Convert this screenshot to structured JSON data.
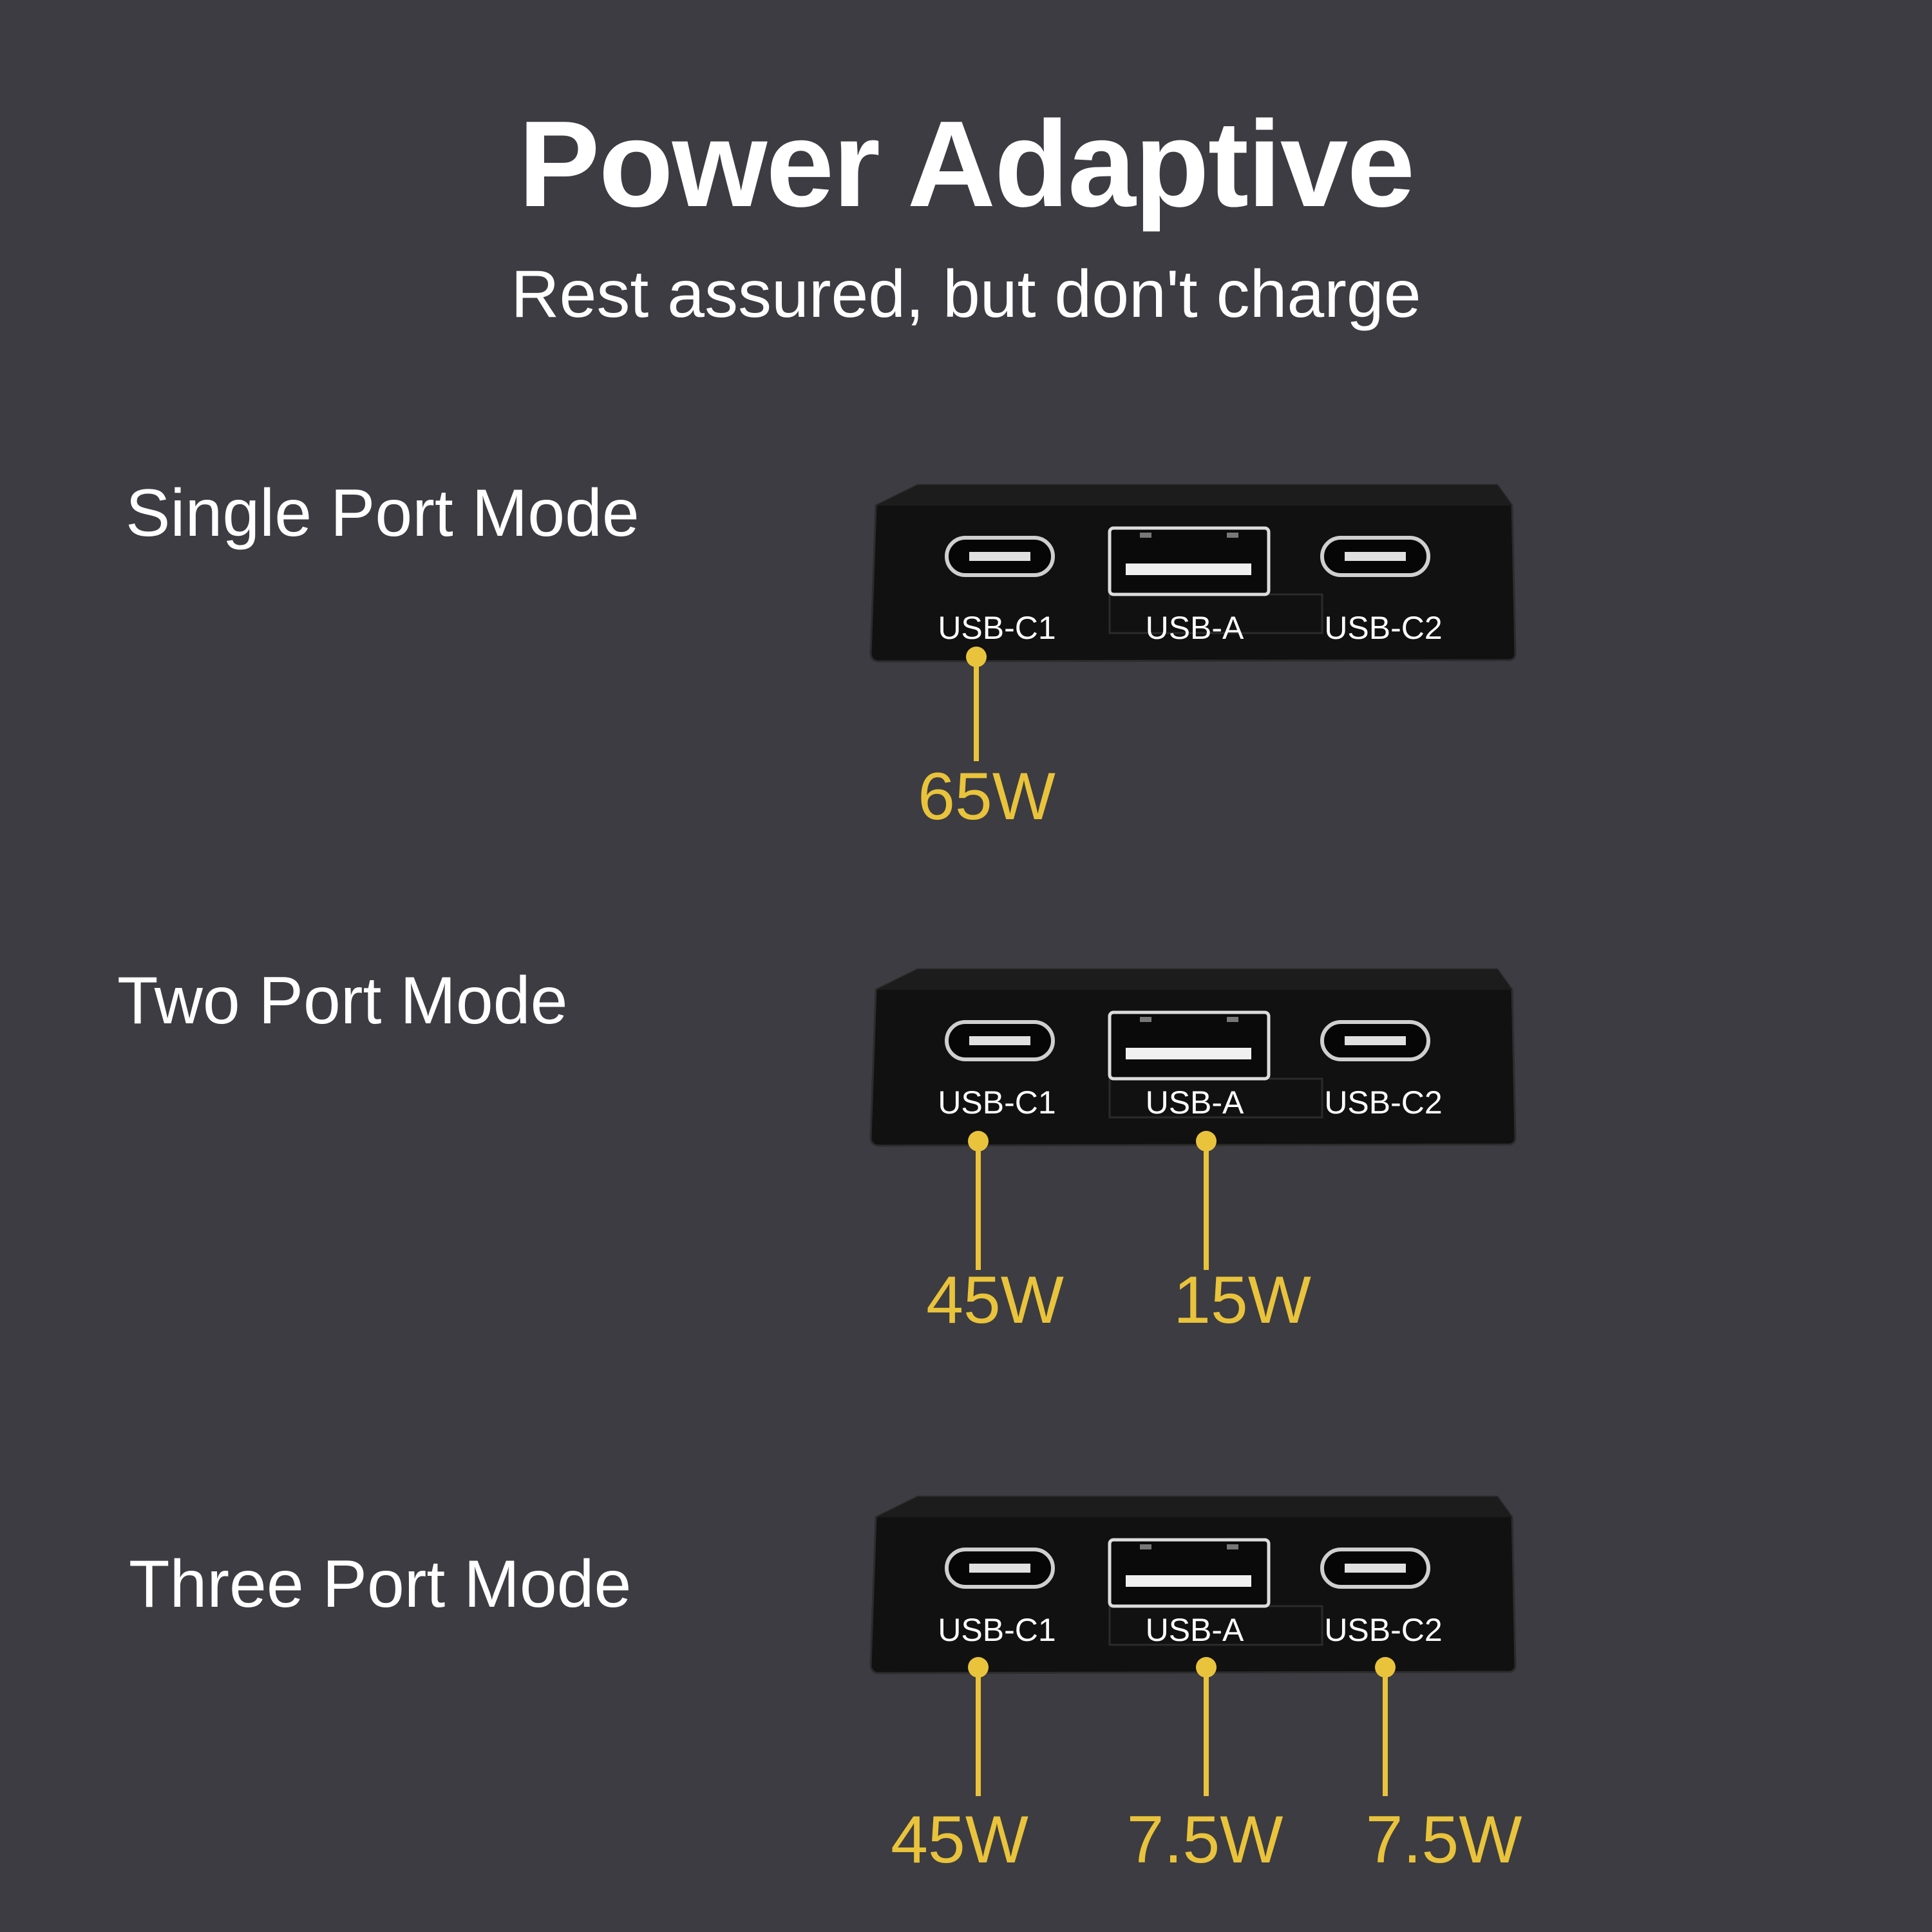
{
  "header": {
    "title": "Power Adaptive",
    "subtitle": "Rest assured, but don't charge"
  },
  "ports": [
    "USB-C1",
    "USB-A",
    "USB-C2"
  ],
  "modes": [
    {
      "label": "Single Port Mode",
      "outputs": [
        "65W"
      ]
    },
    {
      "label": "Two Port Mode",
      "outputs": [
        "45W",
        "15W"
      ]
    },
    {
      "label": "Three Port Mode",
      "outputs": [
        "45W",
        "7.5W",
        "7.5W"
      ]
    }
  ],
  "colors": {
    "background": "#3c3c42",
    "accent": "#e9c33b",
    "text": "#ffffff"
  }
}
